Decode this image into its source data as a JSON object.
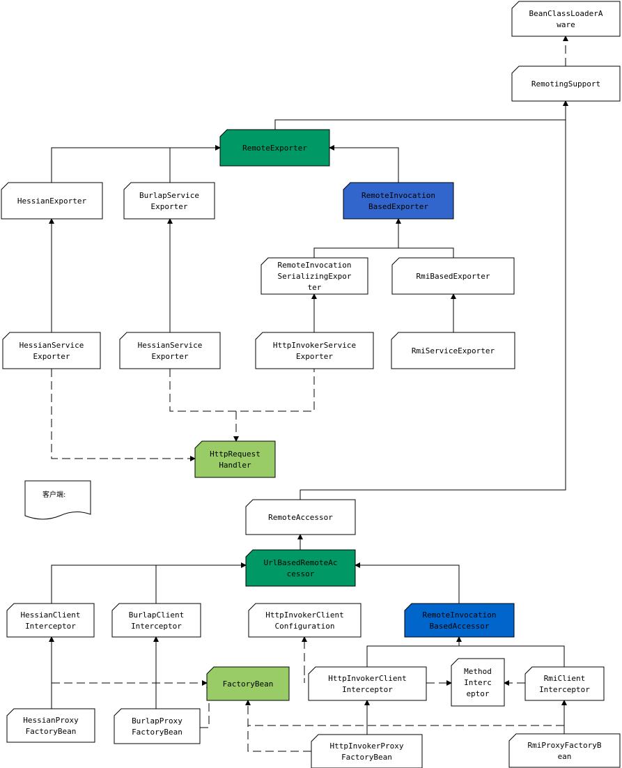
{
  "colors": {
    "green_dark": "#009966",
    "green_light": "#99CC66",
    "blue": "#3366CC",
    "blue_bright": "#0066CC",
    "white": "#FFFFFF"
  },
  "nodes": {
    "bean_class_loader_aware": [
      "BeanClassLoaderA",
      "ware"
    ],
    "remoting_support": [
      "RemotingSupport"
    ],
    "remote_exporter": [
      "RemoteExporter"
    ],
    "hessian_exporter": [
      "HessianExporter"
    ],
    "burlap_service_exporter": [
      "BurlapService",
      "Exporter"
    ],
    "remote_invocation_based_exporter": [
      "RemoteInvocation",
      "BasedExporter"
    ],
    "remote_invocation_serializing_exporter": [
      "RemoteInvocation",
      "SerializingExpor",
      "ter"
    ],
    "rmi_based_exporter": [
      "RmiBasedExporter"
    ],
    "hessian_service_exporter": [
      "HessianService",
      "Exporter"
    ],
    "burlap_hessian_service_exporter": [
      "HessianService",
      "Exporter"
    ],
    "http_invoker_service_exporter": [
      "HttpInvokerService",
      "Exporter"
    ],
    "rmi_service_exporter": [
      "RmiServiceExporter"
    ],
    "http_request_handler": [
      "HttpRequest",
      "Handler"
    ],
    "client_note": [
      "客户端:"
    ],
    "remote_accessor": [
      "RemoteAccessor"
    ],
    "url_based_remote_accessor": [
      "UrlBasedRemoteAc",
      "cessor"
    ],
    "hessian_client_interceptor": [
      "HessianClient",
      "Interceptor"
    ],
    "burlap_client_interceptor": [
      "BurlapClient",
      "Interceptor"
    ],
    "http_invoker_client_configuration": [
      "HttpInvokerClient",
      "Configuration"
    ],
    "remote_invocation_based_accessor": [
      "RemoteInvocation",
      "BasedAccessor"
    ],
    "factory_bean": [
      "FactoryBean"
    ],
    "http_invoker_client_interceptor": [
      "HttpInvokerClient",
      "Interceptor"
    ],
    "method_interceptor": [
      "Method",
      "Interc",
      "eptor"
    ],
    "rmi_client_interceptor": [
      "RmiClient",
      "Interceptor"
    ],
    "hessian_proxy_factory_bean": [
      "HessianProxy",
      "FactoryBean"
    ],
    "burlap_proxy_factory_bean": [
      "BurlapProxy",
      "FactoryBean"
    ],
    "http_invoker_proxy_factory_bean": [
      "HttpInvokerProxy",
      "FactoryBean"
    ],
    "rmi_proxy_factory_bean": [
      "RmiProxyFactoryB",
      "ean"
    ]
  }
}
